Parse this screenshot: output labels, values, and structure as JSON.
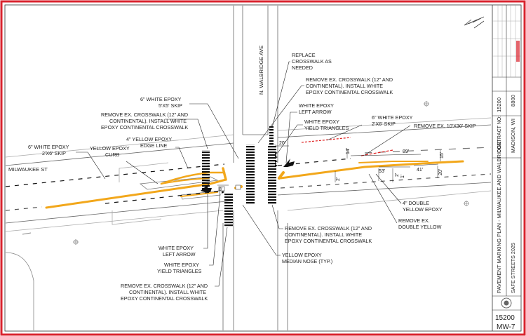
{
  "colors": {
    "border_red": "#d9232e",
    "epoxy_yellow": "#f2a71b",
    "crosswalk_black": "#111111",
    "remove_red": "#e02020"
  },
  "streets": {
    "milwaukee": "MILWAUKEE ST",
    "walbridge": "N. WALBRIDGE AVE"
  },
  "callouts": [
    {
      "id": "white-epoxy-skip-left",
      "lines": [
        "6\" WHITE EPOXY",
        "2'X6' SKIP"
      ]
    },
    {
      "id": "yellow-epoxy-curb",
      "lines": [
        "YELLOW EPOXY",
        "CURB"
      ]
    },
    {
      "id": "yellow-edge-line",
      "lines": [
        "4\" YELLOW EPOXY",
        "EDGE LINE"
      ]
    },
    {
      "id": "remove-crosswalk-nw",
      "lines": [
        "REMOVE EX. CROSSWALK (12\" AND",
        "CONTINENTAL).  INSTALL WHITE",
        "EPOXY CONTINENTAL CROSSWALK"
      ]
    },
    {
      "id": "white-epoxy-5x5",
      "lines": [
        "6\" WHITE EPOXY",
        "5'X5' SKIP"
      ]
    },
    {
      "id": "replace-crosswalk",
      "lines": [
        "REPLACE",
        "CROSSWALK AS",
        "NEEDED"
      ]
    },
    {
      "id": "remove-crosswalk-ne",
      "lines": [
        "REMOVE EX. CROSSWALK (12\" AND",
        "CONTINENTAL).  INSTALL WHITE",
        "EPOXY CONTINENTAL CROSSWALK"
      ]
    },
    {
      "id": "white-left-arrow-n",
      "lines": [
        "WHITE EPOXY",
        "LEFT ARROW"
      ]
    },
    {
      "id": "yield-triangles-n",
      "lines": [
        "WHITE EPOXY",
        "YIELD TRIANGLES"
      ]
    },
    {
      "id": "white-epoxy-skip-right",
      "lines": [
        "6\" WHITE EPOXY",
        "2'X6' SKIP"
      ]
    },
    {
      "id": "remove-skip",
      "lines": [
        "REMOVE EX. 10'X30' SKIP"
      ]
    },
    {
      "id": "double-yellow",
      "lines": [
        "4\" DOUBLE",
        "YELLOW EPOXY"
      ]
    },
    {
      "id": "remove-double-yellow",
      "lines": [
        "REMOVE EX.",
        "DOUBLE YELLOW"
      ]
    },
    {
      "id": "remove-crosswalk-se",
      "lines": [
        "REMOVE EX. CROSSWALK (12\" AND",
        "CONTINENTAL).  INSTALL WHITE",
        "EPOXY CONTINENTAL CROSSWALK"
      ]
    },
    {
      "id": "median-nose",
      "lines": [
        "YELLOW EPOXY",
        "MEDIAN NOSE (TYP.)"
      ]
    },
    {
      "id": "white-left-arrow-s",
      "lines": [
        "WHITE EPOXY",
        "LEFT ARROW"
      ]
    },
    {
      "id": "yield-triangles-s",
      "lines": [
        "WHITE EPOXY",
        "YIELD TRIANGLES"
      ]
    },
    {
      "id": "remove-crosswalk-sw",
      "lines": [
        "REMOVE EX. CROSSWALK (12\" AND",
        "CONTINENTAL).  INSTALL WHITE",
        "EPOXY CONTINENTAL CROSSWALK"
      ]
    }
  ],
  "dimensions": {
    "d20a": "20'",
    "d14": "14'",
    "d89": "89'",
    "d15": "15'",
    "d53": "53'",
    "d41": "41'",
    "d20b": "20'",
    "d2a": "2'",
    "d1": "1'",
    "d2b": "2'",
    "d8": "8'"
  },
  "title_block": {
    "title": "PAVEMENT MARKING PLAN - MILWAUKEE AND WALBRIDGE",
    "project": "SAFE STREETS 2025",
    "city": "MADISON, WI",
    "contract_label": "CONTRACT NO:",
    "contract_no": "8800",
    "project_no": "15200",
    "sheet_project_no": "15200",
    "sheet_no": "MW-7"
  }
}
